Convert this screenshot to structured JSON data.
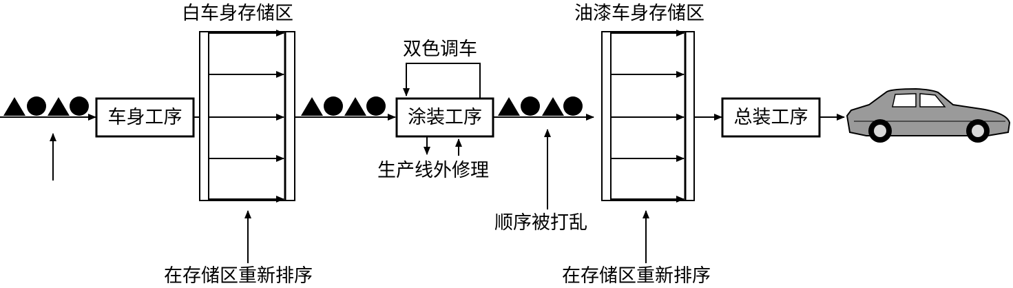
{
  "process": {
    "body_shop": "车身工序",
    "paint_shop": "涂装工序",
    "assembly": "总装工序"
  },
  "storage": {
    "white_body": "白车身存储区",
    "painted_body": "油漆车身存储区"
  },
  "annotations": {
    "two_tone": "双色调车",
    "offline_repair": "生产线外修理",
    "sequence_disrupted": "顺序被打乱",
    "resequence_1": "在存储区重新排序",
    "resequence_2": "在存储区重新排序"
  },
  "sequence_symbols": [
    "triangle",
    "circle",
    "triangle",
    "circle"
  ],
  "icons": [
    "car-icon"
  ]
}
